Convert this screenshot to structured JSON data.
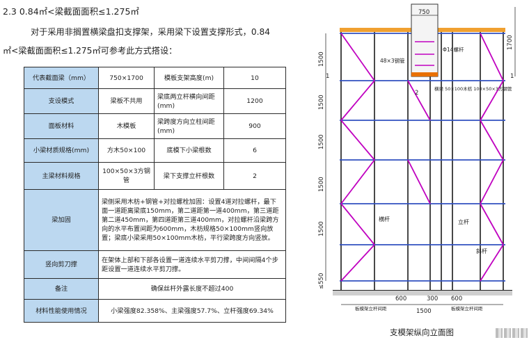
{
  "section_heading": "2.3 0.84㎡<梁截面面积≤1.275㎡",
  "intro": {
    "line1": "对于采用非搁置横梁盘扣支撑架，采用梁下设置支撑形式，0.84",
    "line2": "㎡<梁截面面积≤1.275㎡可参考此方式搭设："
  },
  "table": {
    "rows": [
      {
        "label": "代表截面梁（mm）",
        "value": "750×1700",
        "label2": "模板支架高度(m)",
        "value2": "10"
      },
      {
        "label": "支设模式",
        "value": "梁板不共用",
        "label2": "梁底两立杆横向间距(mm)",
        "value2": "1200"
      },
      {
        "label": "面板材料",
        "value": "木模板",
        "label2": "梁跨度方向立柱间距(mm)",
        "value2": "900"
      },
      {
        "label": "小梁材质规格(mm)",
        "value": "方木50×100",
        "label2": "底模下小梁根数",
        "value2": "6"
      },
      {
        "label": "主梁材料规格",
        "value": "100×50×3方钢管",
        "label2": "梁下支撑立杆根数",
        "value2": "2"
      }
    ],
    "beam_reinforcement": {
      "label": "梁加固",
      "text": "梁侧采用木枋+钢管+对拉螺栓加固：设置4道对拉螺杆，最下面一道距离梁底150mm，第二道距第一道400mm，第三道距第二道450mm，第四道距第三道400mm，对拉螺杆沿梁跨方向的水平布置间距为600mm，木枋规格50×100mm竖向放置；梁底小梁采用50×100mm木枋，平行梁跨度方向竖放。"
    },
    "vertical_bracing": {
      "label": "竖向剪刀撑",
      "text": "在架体上部和下部各设置一道连续水平剪刀撑，中间间隔4个步距设置一道连续水平剪刀撑。"
    },
    "remarks": {
      "label": "备注",
      "text": "确保丝杆外露长度不超过400"
    },
    "material_usage": {
      "label": "材料性能使用情况",
      "text": "小梁强度82.358%、主梁强度57.7%、立杆强度69.34%"
    }
  },
  "drawing": {
    "caption": "支模架纵向立面图",
    "dims": {
      "top_width": "750",
      "beam_height": "1700",
      "step_top": "1500",
      "step": "1500",
      "bottom_step": "≤550",
      "span_left": "600",
      "span_right": "600",
      "span_mid": "300",
      "bottom_span": "1500",
      "section_mark": "1",
      "section_mark_2": "2"
    },
    "labels": {
      "steel_pipe": "48×3钢管",
      "tie_rod": "Φ14螺杆",
      "secondary_beam": "横梁\n50×100木枋\n100×50×3方钢管",
      "bracing": "横杆",
      "pole": "立杆",
      "diagonal": "斜杆",
      "bottom_left": "板模架立杆间距",
      "bottom_right": "板模架立杆间距"
    },
    "colors": {
      "pole": "#1a1a1a",
      "bracing": "#c000c0",
      "accent": "#e87000",
      "ledger": "#3050c0"
    }
  }
}
